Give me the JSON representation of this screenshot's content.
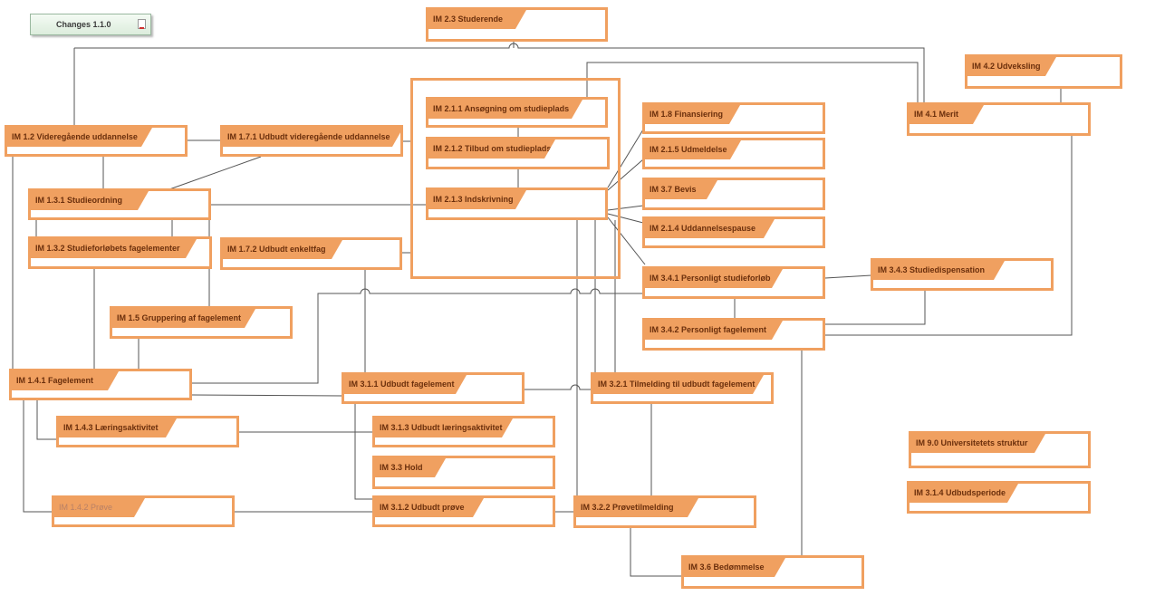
{
  "note": {
    "label": "Changes 1.1.0",
    "icon": "document-icon"
  },
  "colors": {
    "box_border": "#f0a060",
    "tab_fill": "#f0a060",
    "tab_text": "#6b2f0c",
    "line": "#555555"
  },
  "boxes": {
    "im_2_3": "IM 2.3 Studerende",
    "im_4_2": "IM 4.2 Udveksling",
    "im_4_1": "IM 4.1 Merit",
    "im_2_1_1": "IM 2.1.1  Ansøgning om studieplads",
    "im_2_1_2": "IM 2.1.2 Tilbud om studieplads",
    "im_2_1_3": "IM 2.1.3 Indskrivning",
    "im_1_8": "IM 1.8 Finansiering",
    "im_2_1_5": "IM 2.1.5 Udmeldelse",
    "im_3_7": "IM 3.7 Bevis",
    "im_2_1_4": "IM 2.1.4 Uddannelsespause",
    "im_1_2": "IM 1.2 Videregående uddannelse",
    "im_1_7_1": "IM 1.7.1 Udbudt videregående uddannelse",
    "im_1_3_1": "IM 1.3.1 Studieordning",
    "im_1_3_2": "IM 1.3.2 Studieforløbets fagelementer",
    "im_1_7_2": "IM 1.7.2 Udbudt enkeltfag",
    "im_3_4_1": "IM 3.4.1 Personligt studieforløb",
    "im_3_4_3": "IM 3.4.3 Studiedispensation",
    "im_3_4_2": "IM 3.4.2 Personligt fagelement",
    "im_1_5": "IM 1.5 Gruppering af fagelement",
    "im_1_4_1": "IM 1.4.1 Fagelement",
    "im_3_1_1": "IM 3.1.1 Udbudt fagelement",
    "im_3_2_1": "IM 3.2.1 Tilmelding til udbudt fagelement",
    "im_1_4_3": "IM 1.4.3 Læringsaktivitet",
    "im_3_1_3": "IM 3.1.3 Udbudt læringsaktivitet",
    "im_3_3": "IM 3.3 Hold",
    "im_1_4_2": "IM 1.4.2 Prøve",
    "im_3_1_2": "IM 3.1.2 Udbudt prøve",
    "im_3_2_2": "IM 3.2.2 Prøvetilmelding",
    "im_9_0": "IM 9.0 Universitetets struktur",
    "im_3_1_4": "IM 3.1.4 Udbudsperiode",
    "im_3_6": "IM 3.6 Bedømmelse"
  }
}
